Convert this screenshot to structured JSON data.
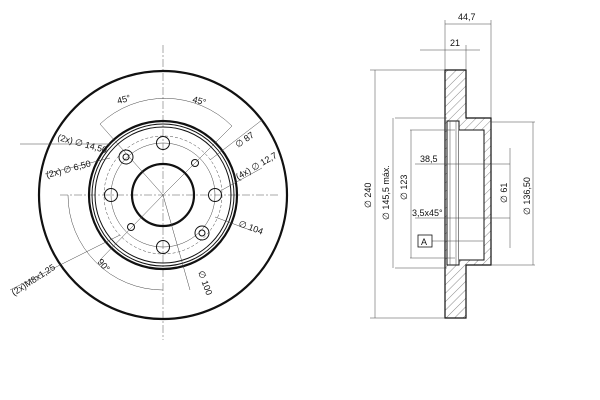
{
  "front_view": {
    "angle_left": "45°",
    "angle_right": "45°",
    "angle_bottom": "90°",
    "hole_large": "(2x) ∅ 14,50",
    "hole_small": "(2x) ∅ 6,50",
    "thread": "(2x)M8x1,25",
    "bolt_circle": "∅ 87",
    "bolt_holes": "(4x) ∅ 12,7",
    "d104": "∅ 104",
    "d100": "∅ 100"
  },
  "side_view": {
    "total_height": "44,7",
    "thickness": "21",
    "outer_diameter": "∅ 240",
    "hub_max": "∅ 145,5 máx.",
    "d123": "∅ 123",
    "depth": "38,5",
    "chamfer": "3,5x45°",
    "datum": "A",
    "center_bore": "∅ 61",
    "hub_diameter": "∅ 136,50"
  }
}
